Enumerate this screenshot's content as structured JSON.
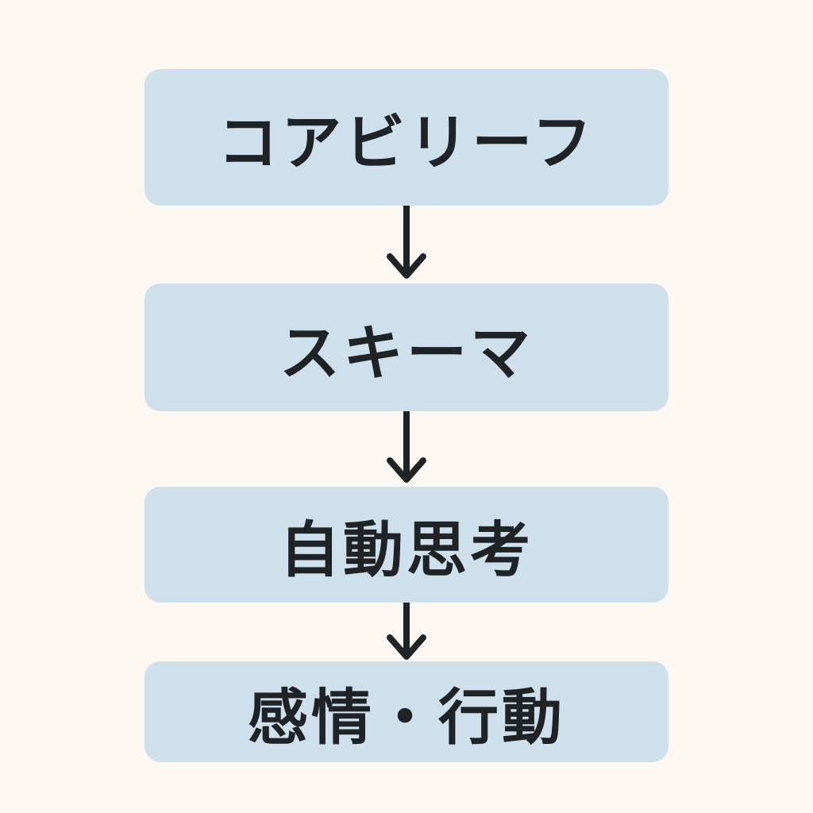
{
  "diagram": {
    "nodes": [
      {
        "label": "コアビリーフ"
      },
      {
        "label": "スキーマ"
      },
      {
        "label": "自動思考"
      },
      {
        "label": "感情・行動"
      }
    ],
    "edges": [
      {
        "from": 0,
        "to": 1
      },
      {
        "from": 1,
        "to": 2
      },
      {
        "from": 2,
        "to": 3
      }
    ]
  },
  "colors": {
    "background": "#fcf7f1",
    "box_fill": "#cfe0ed",
    "text": "#1f2326",
    "arrow": "#1f2326"
  }
}
